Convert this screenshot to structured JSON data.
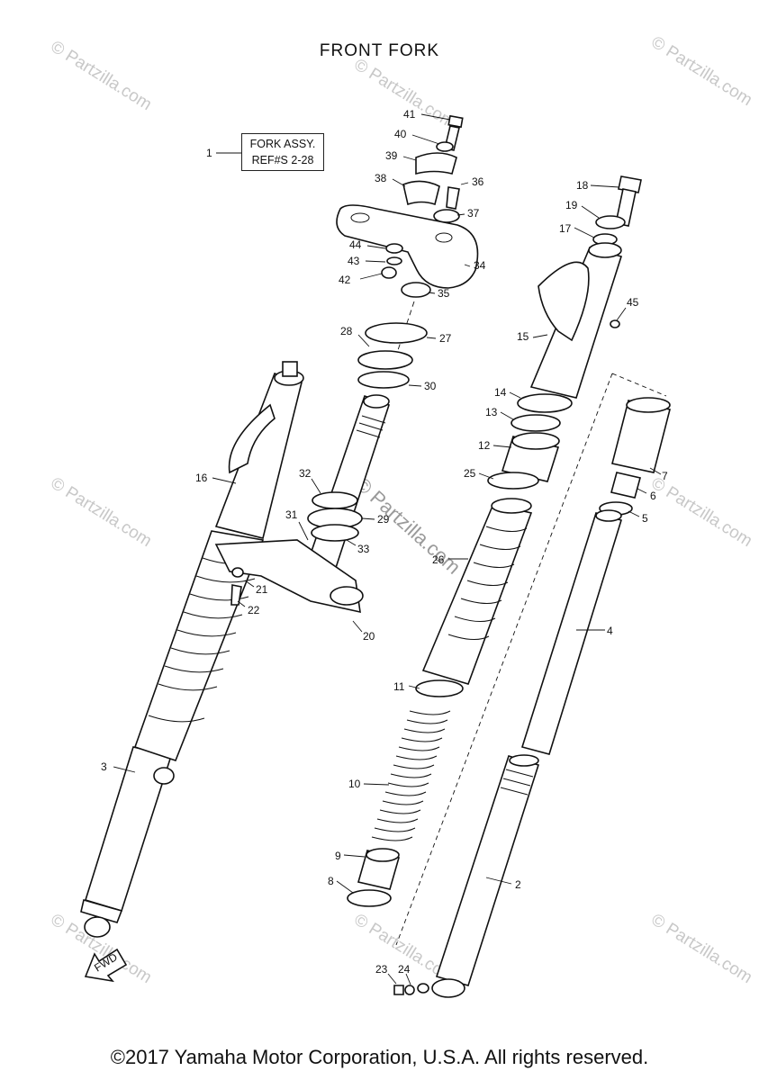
{
  "title": "FRONT  FORK",
  "callout": {
    "number": "1",
    "line1": "FORK ASSY.",
    "line2": "REF#S 2-28"
  },
  "footer": "©2017 Yamaha Motor Corporation, U.S.A. All rights reserved.",
  "watermark": {
    "small": "© Partzilla.com",
    "center": "© Partzilla.com"
  },
  "fwd_label": "FWD",
  "part_numbers": [
    "2",
    "3",
    "4",
    "5",
    "6",
    "7",
    "8",
    "9",
    "10",
    "11",
    "12",
    "13",
    "14",
    "15",
    "16",
    "17",
    "18",
    "19",
    "20",
    "21",
    "22",
    "23",
    "24",
    "25",
    "26",
    "27",
    "28",
    "29",
    "30",
    "31",
    "32",
    "33",
    "34",
    "35",
    "36",
    "37",
    "38",
    "39",
    "40",
    "41",
    "42",
    "43",
    "44",
    "45"
  ]
}
